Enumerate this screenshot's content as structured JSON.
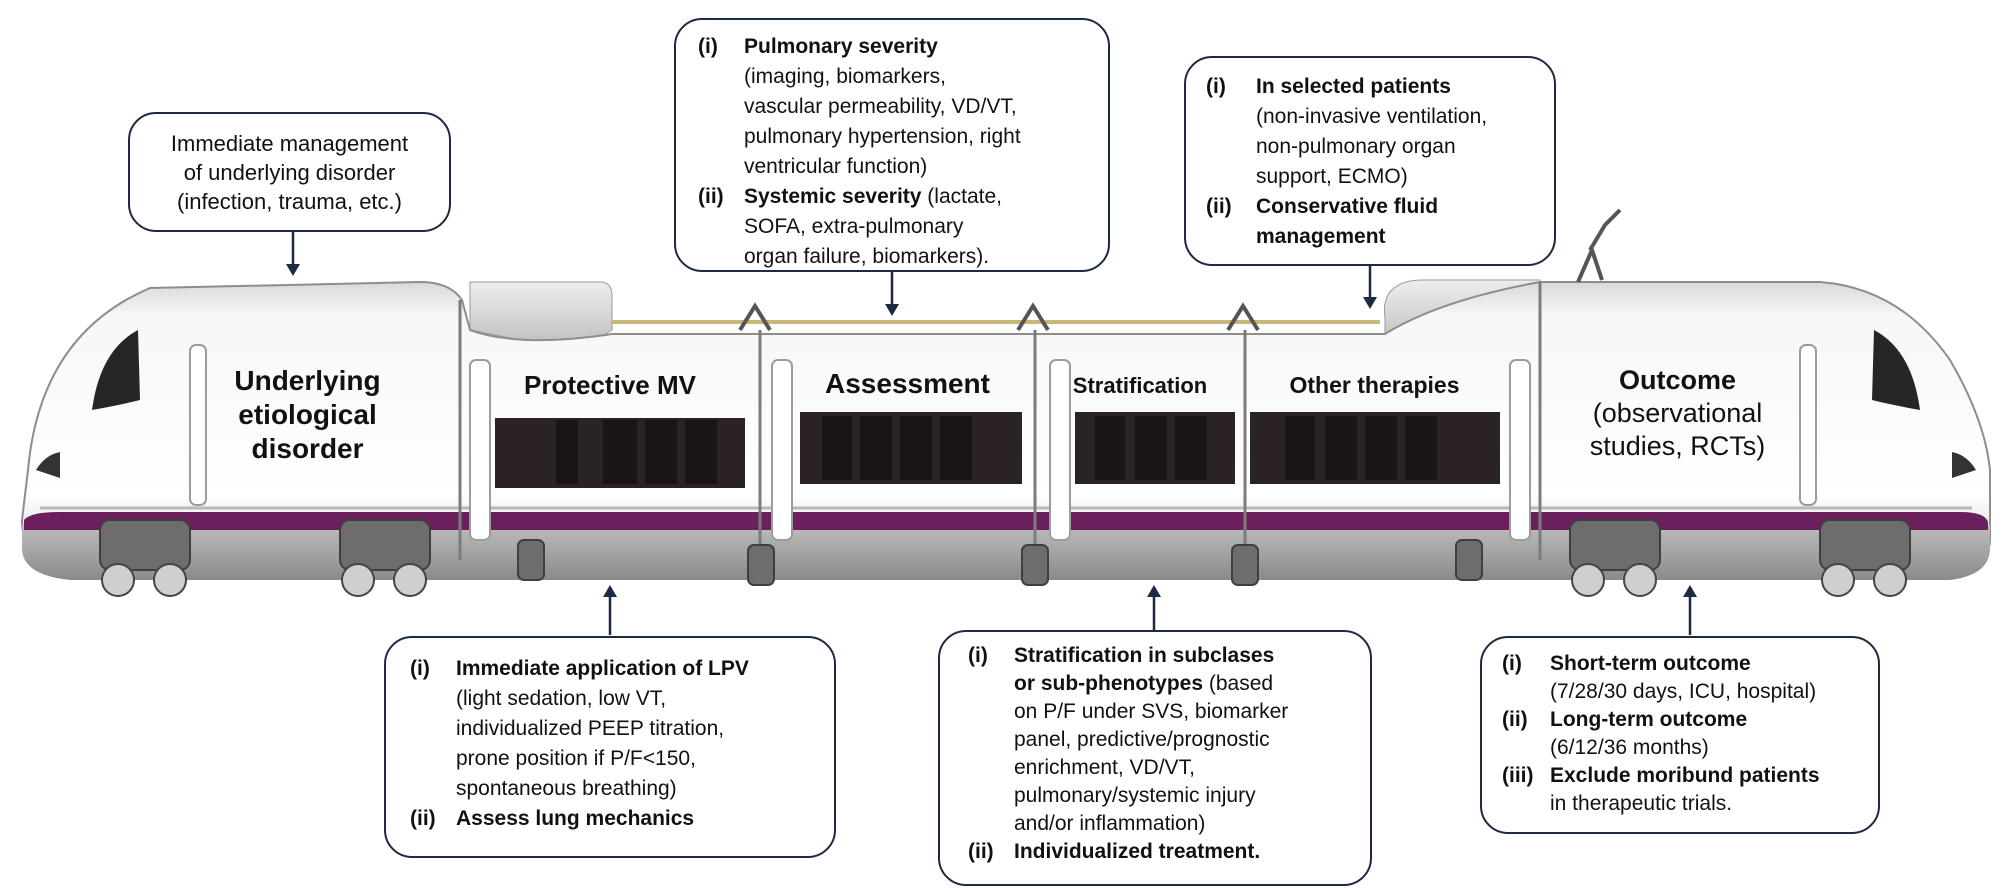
{
  "cars": [
    {
      "name": "Underlying etiological disorder",
      "lines": [
        "Underlying",
        "etiological",
        "disorder"
      ]
    },
    {
      "name": "Protective MV",
      "lines": [
        "Protective MV"
      ]
    },
    {
      "name": "Assessment",
      "lines": [
        "Assessment"
      ]
    },
    {
      "name": "Stratification",
      "lines": [
        "Stratification"
      ]
    },
    {
      "name": "Other therapies",
      "lines": [
        "Other therapies"
      ]
    },
    {
      "name": "Outcome",
      "lines": [
        "Outcome"
      ],
      "sub_lines": [
        "(observational",
        "studies, RCTs)"
      ]
    }
  ],
  "boxes": {
    "underlying": {
      "lines": [
        "Immediate management",
        "of underlying disorder",
        "(infection, trauma, etc.)"
      ]
    },
    "assessment": {
      "items": [
        {
          "num": "(i)",
          "head": "Pulmonary severity",
          "lines": [
            "(imaging, biomarkers,",
            "vascular permeability, VD/VT,",
            "pulmonary hypertension, right",
            "ventricular function)"
          ]
        },
        {
          "num": "(ii)",
          "head": "Systemic severity",
          "head_tail": " (lactate,",
          "lines": [
            "SOFA, extra-pulmonary",
            "organ failure, biomarkers)."
          ]
        }
      ]
    },
    "other_therapies": {
      "items": [
        {
          "num": "(i)",
          "head": "In selected patients",
          "lines": [
            "(non-invasive ventilation,",
            "non-pulmonary organ",
            "support, ECMO)"
          ]
        },
        {
          "num": "(ii)",
          "head_lines": [
            "Conservative fluid",
            "management"
          ]
        }
      ]
    },
    "protective_mv": {
      "items": [
        {
          "num": "(i)",
          "head": "Immediate application of LPV",
          "lines": [
            "(light sedation, low VT,",
            "individualized PEEP titration,",
            "prone position if P/F<150,",
            "spontaneous breathing)"
          ]
        },
        {
          "num": "(ii)",
          "head": "Assess lung mechanics"
        }
      ]
    },
    "stratification": {
      "items": [
        {
          "num": "(i)",
          "head_lines": [
            "Stratification in subclases"
          ],
          "mixed_first": "or sub-phenotypes",
          "mixed_tail": " (based",
          "lines": [
            "on P/F under SVS, biomarker",
            "panel, predictive/prognostic",
            "enrichment, VD/VT,",
            "pulmonary/systemic injury",
            "and/or inflammation)"
          ]
        },
        {
          "num": "(ii)",
          "head": "Individualized treatment."
        }
      ]
    },
    "outcome": {
      "items": [
        {
          "num": "(i)",
          "head": "Short-term outcome",
          "lines": [
            "(7/28/30 days, ICU, hospital)"
          ]
        },
        {
          "num": "(ii)",
          "head": "Long-term outcome",
          "lines": [
            "(6/12/36 months)"
          ]
        },
        {
          "num": "(iii)",
          "head": "Exclude moribund patients",
          "lines": [
            "in therapeutic trials."
          ]
        }
      ]
    }
  },
  "colors": {
    "stripe": "#6b1f5c",
    "box_border": "#1d2a44",
    "window": "#2b2323",
    "body": "#f2f2f2",
    "roof": "#d6d6d6"
  }
}
